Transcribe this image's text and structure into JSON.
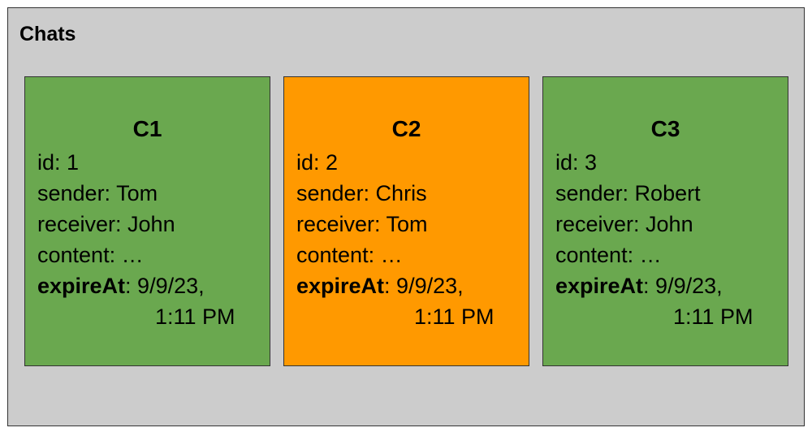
{
  "container": {
    "title": "Chats",
    "background": "#cccccc"
  },
  "cards": [
    {
      "title": "C1",
      "color": "#6aa84f",
      "id_line": "id: 1",
      "sender_line": "sender: Tom",
      "receiver_line": "receiver: John",
      "content_line": "content: …",
      "expire_key": "expireAt",
      "expire_date": ": 9/9/23,",
      "expire_time": "1:11 PM"
    },
    {
      "title": "C2",
      "color": "#ff9900",
      "id_line": "id: 2",
      "sender_line": "sender: Chris",
      "receiver_line": "receiver: Tom",
      "content_line": "content: …",
      "expire_key": "expireAt",
      "expire_date": ": 9/9/23,",
      "expire_time": "1:11 PM"
    },
    {
      "title": "C3",
      "color": "#6aa84f",
      "id_line": "id: 3",
      "sender_line": "sender: Robert",
      "receiver_line": "receiver: John",
      "content_line": "content: …",
      "expire_key": "expireAt",
      "expire_date": ": 9/9/23,",
      "expire_time": "1:11 PM"
    }
  ]
}
